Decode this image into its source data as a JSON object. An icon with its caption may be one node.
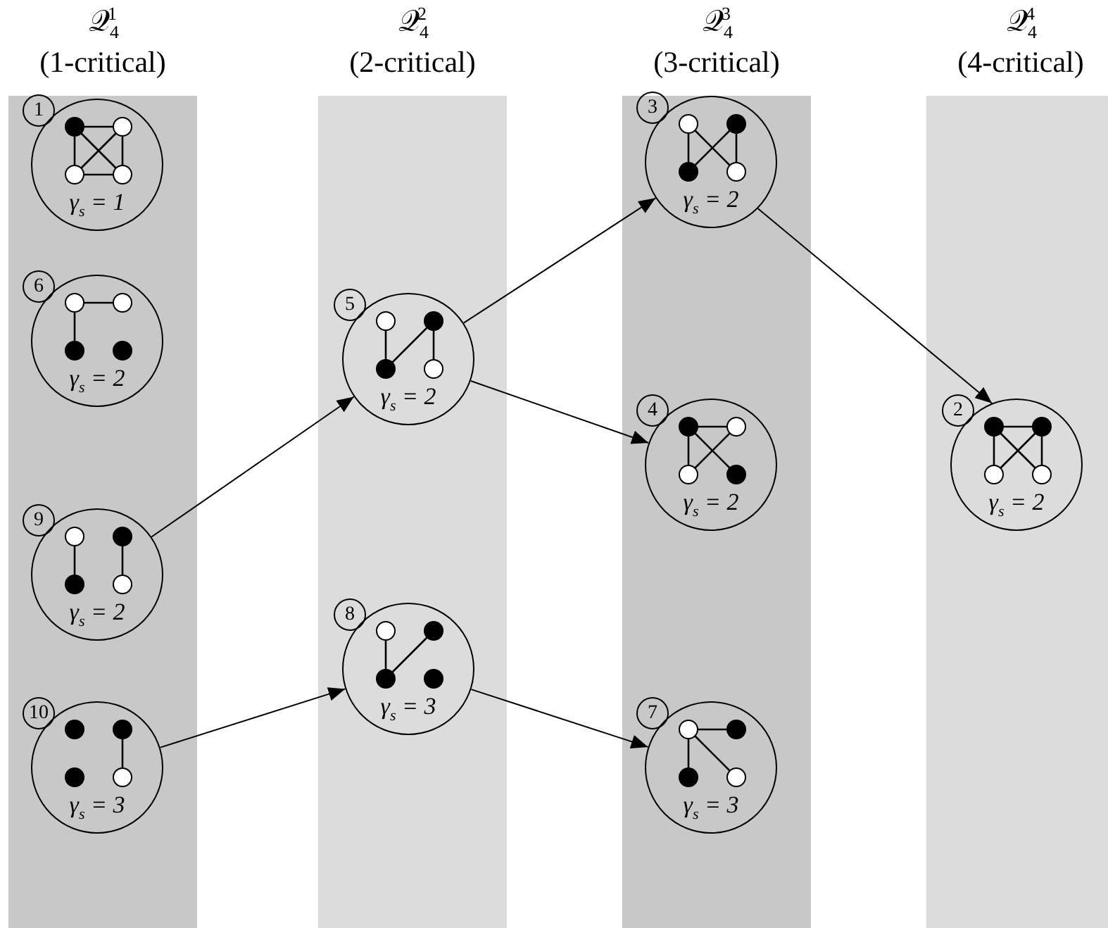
{
  "diagram": {
    "nodes": [
      {
        "text": [
          "𝒬$_{4}$$^{1}$",
          "(1-critical)"
        ]
      },
      {
        "text": [
          "1",
          "γ$_{s}$ = 1"
        ],
        "in": 0
      },
      {
        "text": [
          "6",
          "γ$_{s}$ = 2"
        ],
        "in": 0
      },
      {
        "text": [
          "9",
          "γ$_{s}$ = 2"
        ],
        "in": 0
      },
      {
        "text": [
          "10",
          "γ$_{s}$ = 3"
        ],
        "in": 0
      },
      {
        "text": [
          "𝒬$_{4}$$^{2}$",
          "(2-critical)"
        ]
      },
      {
        "text": [
          "5",
          "γ$_{s}$ = 2"
        ],
        "in": 5
      },
      {
        "text": [
          "8",
          "γ$_{s}$ = 3"
        ],
        "in": 5
      },
      {
        "text": [
          "𝒬$_{4}$$^{3}$",
          "(3-critical)"
        ]
      },
      {
        "text": [
          "3",
          "γ$_{s}$ = 2"
        ],
        "in": 8
      },
      {
        "text": [
          "4",
          "γ$_{s}$ = 2"
        ],
        "in": 8
      },
      {
        "text": [
          "7",
          "γ$_{s}$ = 3"
        ],
        "in": 8
      },
      {
        "text": [
          "𝒬$_{4}$$^{4}$",
          "(4-critical)"
        ]
      },
      {
        "text": [
          "2",
          "γ$_{s}$ = 2"
        ],
        "in": 12
      }
    ],
    "edges": [
      {
        "from": 3,
        "to": 6,
        "arrow": "to"
      },
      {
        "from": 4,
        "to": 7,
        "arrow": "to"
      },
      {
        "from": 6,
        "to": 9,
        "arrow": "to"
      },
      {
        "from": 6,
        "to": 10,
        "arrow": "to"
      },
      {
        "from": 7,
        "to": 11,
        "arrow": "to"
      },
      {
        "from": 9,
        "to": 13,
        "arrow": "to"
      }
    ]
  }
}
